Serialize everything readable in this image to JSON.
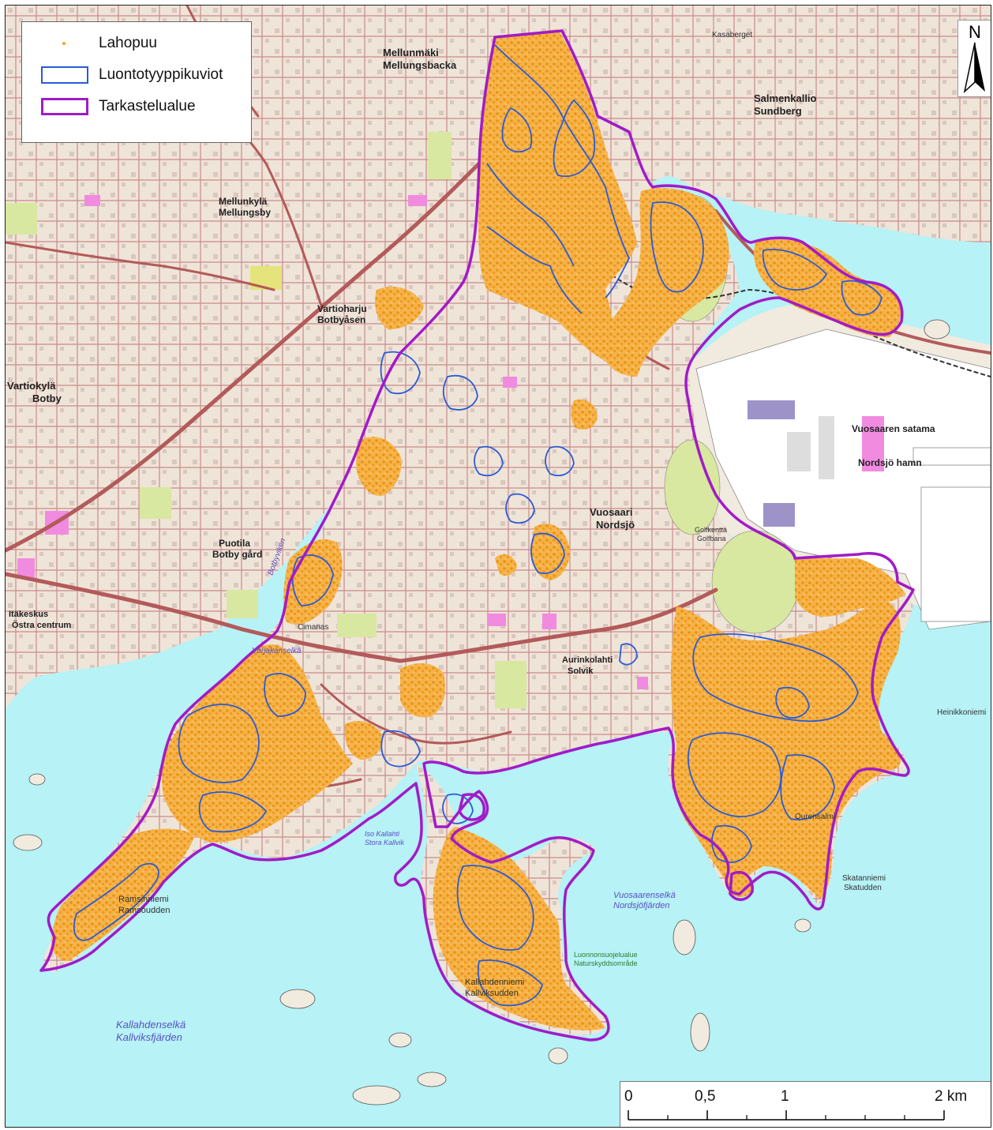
{
  "legend": {
    "items": [
      {
        "label": "Lahopuu",
        "color": "#f5a623"
      },
      {
        "label": "Luontotyyppikuviot",
        "color": "#2a5bd7"
      },
      {
        "label": "Tarkastelualue",
        "color": "#a21bc7"
      }
    ]
  },
  "north_arrow": {
    "letter": "N"
  },
  "scale_bar": {
    "labels": [
      "0",
      "0,5",
      "1",
      "2 km"
    ]
  },
  "colors": {
    "water": "#b6f2f6",
    "land": "#f3ece2",
    "roads": "#b35a5a",
    "deadwood": "#f5a623",
    "habitat_outline": "#2a5bd7",
    "study_area": "#a21bc7",
    "park": "#d8e8a0",
    "industrial": "#ffffff",
    "building_pink": "#f08be0"
  },
  "place_labels": [
    {
      "text": "Mellunmäki",
      "style": "bold"
    },
    {
      "text": "Mellungsbacka",
      "style": "bold"
    },
    {
      "text": "Salmenkallio",
      "style": "bold"
    },
    {
      "text": "Sundberg",
      "style": "bold"
    },
    {
      "text": "Kasaberget",
      "style": "normal"
    },
    {
      "text": "Mellunkylä",
      "style": "bold"
    },
    {
      "text": "Mellungsby",
      "style": "bold"
    },
    {
      "text": "Vartioharju",
      "style": "bold"
    },
    {
      "text": "Botbyåsen",
      "style": "bold"
    },
    {
      "text": "Vartiokylä",
      "style": "bold"
    },
    {
      "text": "Botby",
      "style": "bold"
    },
    {
      "text": "Vuosaaren satama",
      "style": "bold"
    },
    {
      "text": "Nordsjö hamn",
      "style": "bold"
    },
    {
      "text": "Vuosaari",
      "style": "bold"
    },
    {
      "text": "Nordsjö",
      "style": "bold"
    },
    {
      "text": "Puotila",
      "style": "bold"
    },
    {
      "text": "Botby gård",
      "style": "bold"
    },
    {
      "text": "Itäkeskus",
      "style": "bold"
    },
    {
      "text": "Östra centrum",
      "style": "bold"
    },
    {
      "text": "Aurinkolahti",
      "style": "bold"
    },
    {
      "text": "Solvik",
      "style": "bold"
    },
    {
      "text": "Cimanas",
      "style": "normal"
    },
    {
      "text": "Ramsinniemi",
      "style": "normal"
    },
    {
      "text": "Ramsöudden",
      "style": "normal"
    },
    {
      "text": "Kallahdenniemi",
      "style": "normal"
    },
    {
      "text": "Kallviksudden",
      "style": "normal"
    },
    {
      "text": "Luonnonsuojelualue",
      "style": "green"
    },
    {
      "text": "Naturskyddsområde",
      "style": "green"
    },
    {
      "text": "Skatanniemi",
      "style": "normal"
    },
    {
      "text": "Skatudden",
      "style": "normal"
    },
    {
      "text": "Ourensalmi",
      "style": "normal"
    },
    {
      "text": "Heinikkoniemi",
      "style": "normal"
    },
    {
      "text": "Golfkenttä",
      "style": "normal"
    },
    {
      "text": "Golfbana",
      "style": "normal"
    }
  ],
  "water_labels": [
    {
      "text": "Kallahdenselkä"
    },
    {
      "text": "Kallviksfjärden"
    },
    {
      "text": "Vuosaarenselkä"
    },
    {
      "text": "Nordsjöfjärden"
    },
    {
      "text": "Varjakanselkä"
    },
    {
      "text": "Botbyviken"
    },
    {
      "text": "Iso Kallahti"
    },
    {
      "text": "Stora Kallvik"
    }
  ]
}
